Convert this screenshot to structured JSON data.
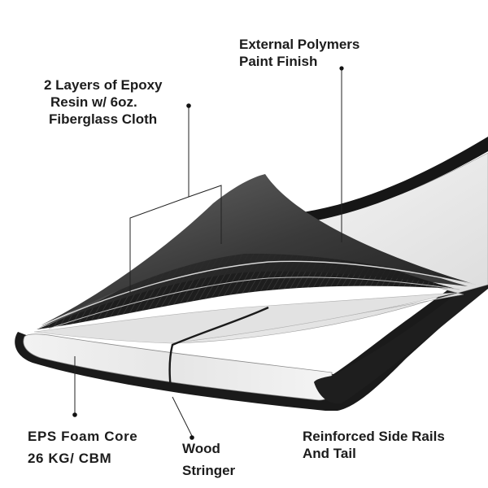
{
  "diagram": {
    "labels": {
      "external_finish": [
        "External Polymers",
        "Paint Finish"
      ],
      "epoxy_layers": [
        "2  Layers of Epoxy",
        "Resin w/ 6oz.",
        "Fiberglass Cloth"
      ],
      "foam_core": [
        "EPS Foam Core",
        "26 KG/ CBM"
      ],
      "stringer": [
        "Wood",
        "Stringer"
      ],
      "side_rails": [
        "Reinforced Side Rails",
        "And Tail"
      ]
    },
    "colors": {
      "background": "#ffffff",
      "shell": "#1a1a1a",
      "foam": "#e9e9e9",
      "layer_dark": "#2a2a2a",
      "leader": "#222222"
    }
  }
}
